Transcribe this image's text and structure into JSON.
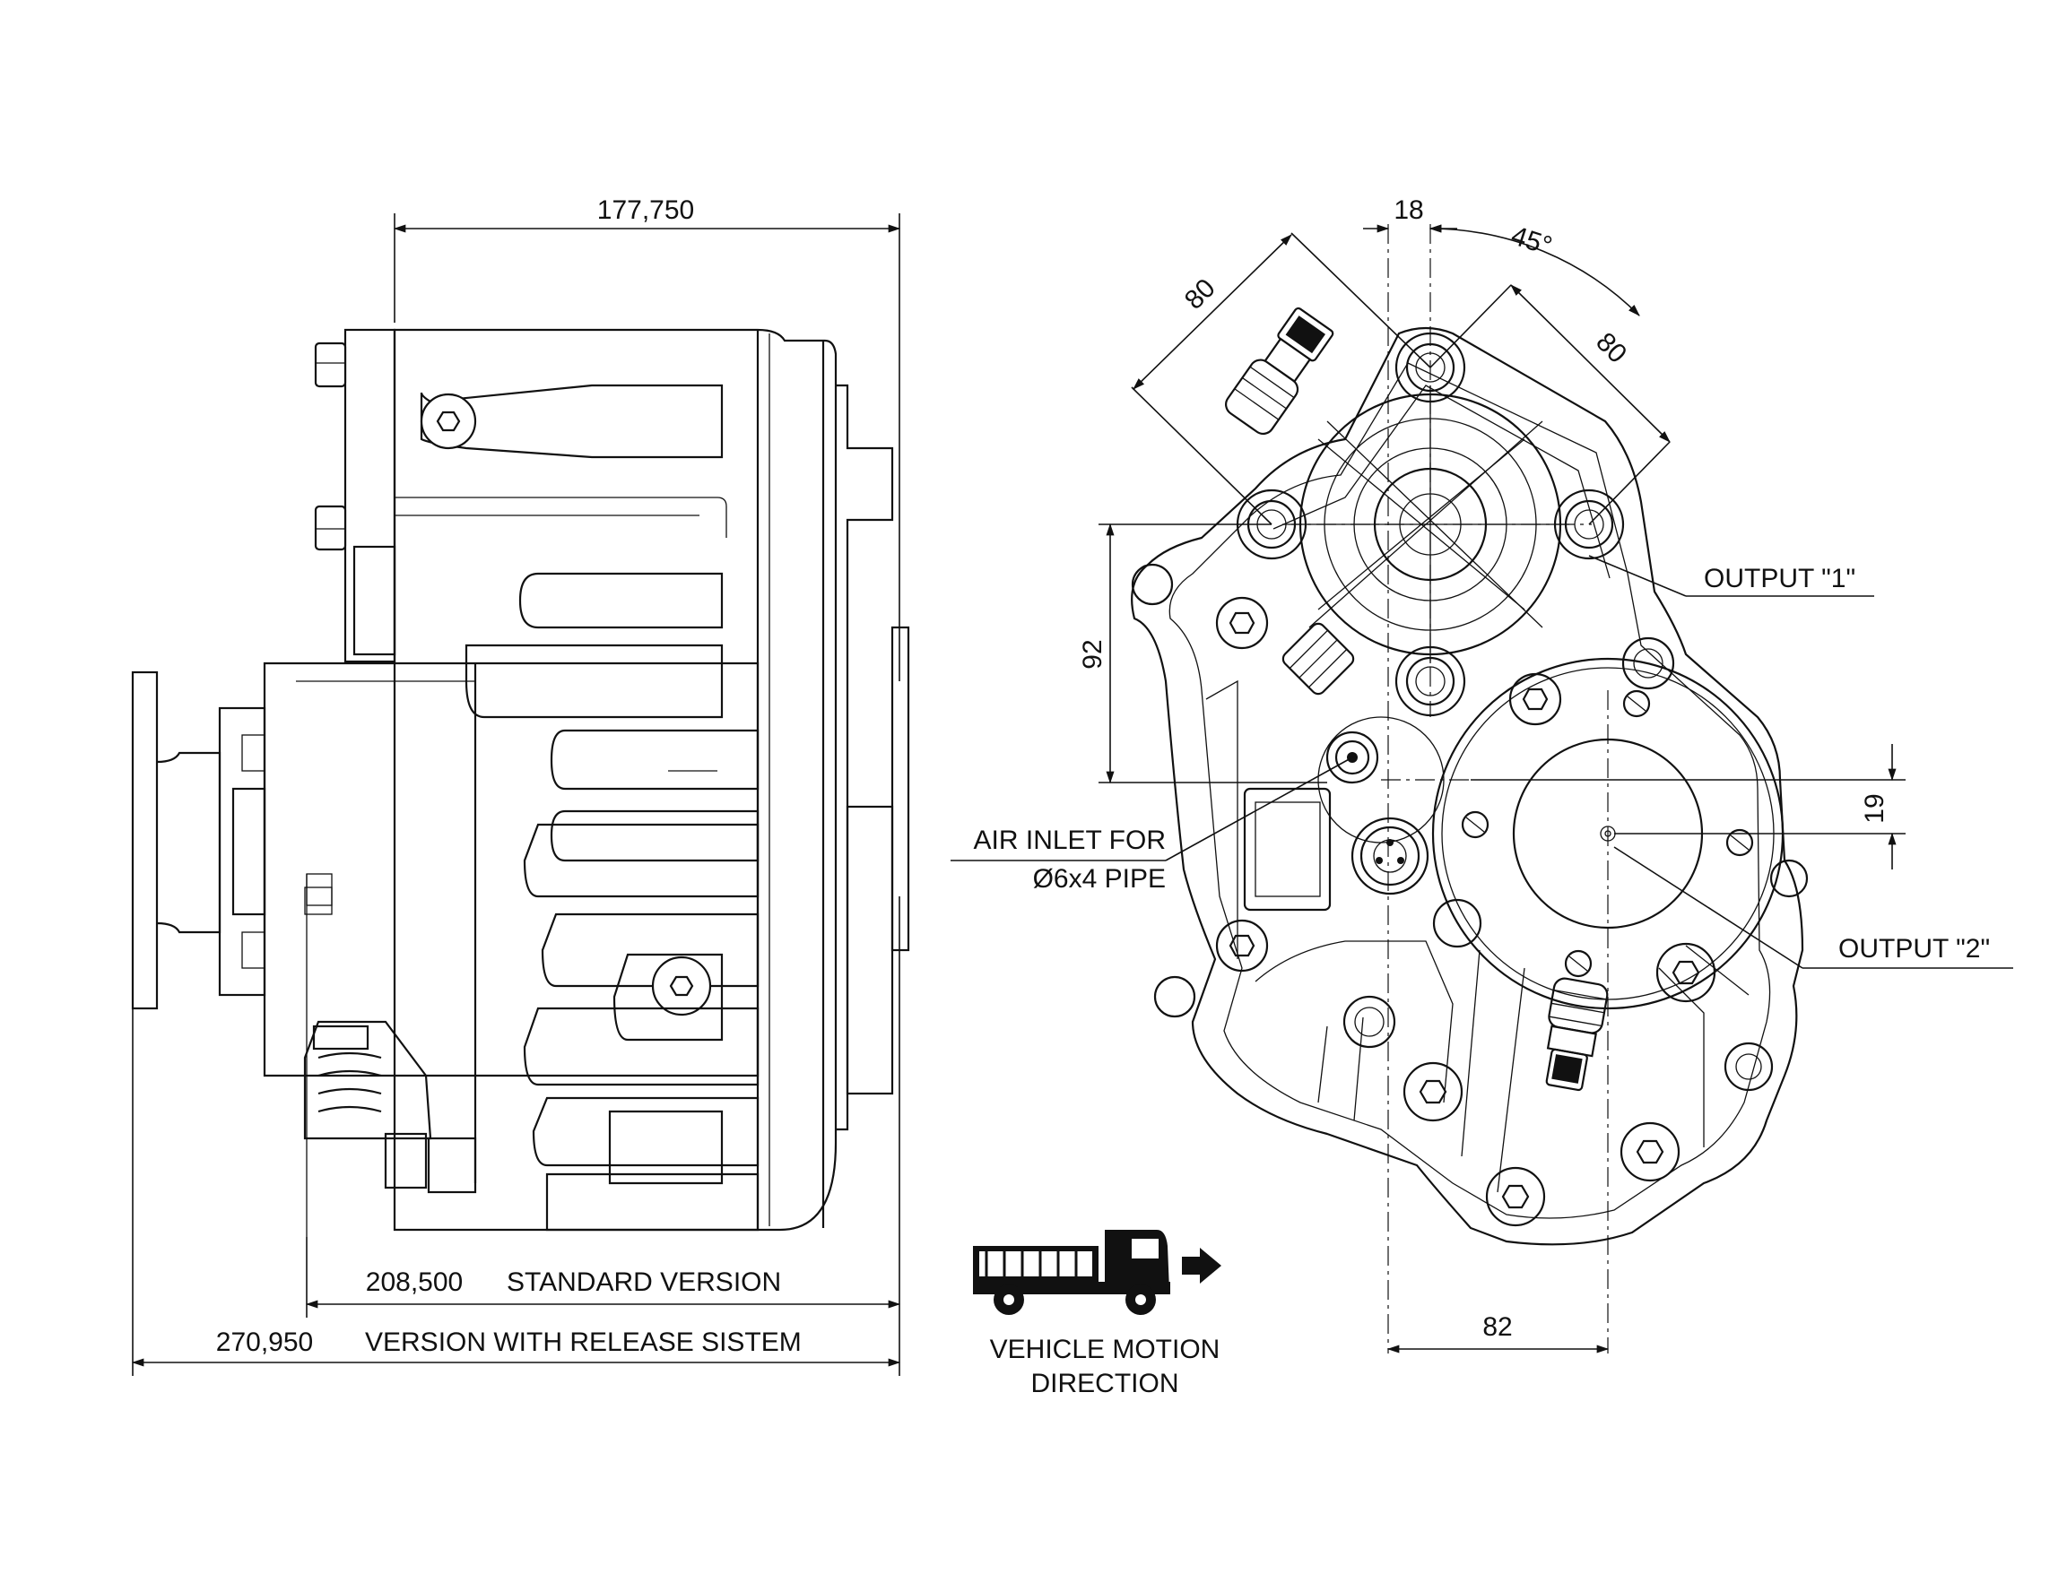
{
  "dimensions": {
    "overall_top": "177,750",
    "standard_value": "208,500",
    "standard_text": "STANDARD VERSION",
    "release_value": "270,950",
    "release_text": "VERSION WITH RELEASE SISTEM",
    "offset_18": "18",
    "angle_45": "45°",
    "diag_80_left": "80",
    "diag_80_right": "80",
    "vertical_92": "92",
    "vertical_19": "19",
    "bottom_82": "82"
  },
  "callouts": {
    "output_1": "OUTPUT  \"1\"",
    "output_2": "OUTPUT  \"2\"",
    "air_inlet_line1": "AIR INLET FOR",
    "air_inlet_line2": "Ø6x4 PIPE"
  },
  "vehicle": {
    "line1": "VEHICLE MOTION",
    "line2": "DIRECTION",
    "icon": "truck-icon",
    "arrow_icon": "arrow-right-icon"
  }
}
